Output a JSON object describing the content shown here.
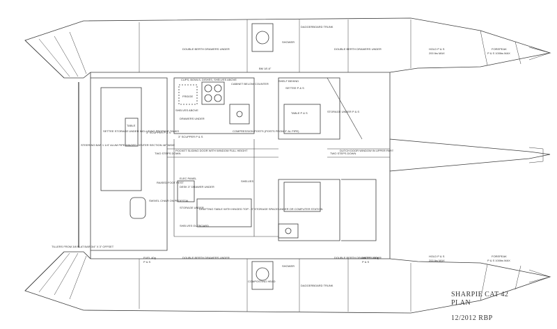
{
  "title_block": {
    "title": "SHARPIE CAT 42",
    "subtitle": "PLAN",
    "date_designer": "12/2012   RBP"
  },
  "labels": {
    "double_berth_drawers_under": "DOUBLE BERTH DRAWERS UNDER",
    "daggerboard_trunk": "DAGGERBOARD TRUNK",
    "hold_ps": "HOLD P & S",
    "hold_ps_weight": "200 lbs MAX",
    "forepeak": "FOREPEAK",
    "forepeak_weight": "P & S 100lbs MAX",
    "fuel": "FUEL 40g",
    "fuel_ps": "P & S",
    "water": "WATER 100g",
    "water_ps": "P & S",
    "shower": "SHOWER",
    "settee_ps": "SETTEE P & S",
    "table_ps": "TABLE P & S",
    "storage_under_ps": "STORAGE UNDER P & S",
    "shelf_behind": "SHELF BEHIND",
    "compression_posts": "COMPRESSION POSTS (POSTS FROM 3\" AL PIPE)",
    "cups_bowls_dishes": "CUPS, BOWLS, DISHES, SHELVES ABOVE",
    "fridge": "FRIDGE",
    "shelves_above": "SHELVES ABOVE",
    "drawers_under": "DRAWERS UNDER",
    "cabinet_below_counter": "CABINET BELOW COUNTER",
    "scupper_left": "3\" SCUPPER P & S",
    "scupper_right": "3\" SCUPPER P & S",
    "pocket_sliding_door": "POCKET SLIDING DOOR WITH WINDOW FULL HEIGHT",
    "two_steps_down_left": "TWO STEPS DOWN",
    "two_steps_down_right": "TWO STEPS DOWN",
    "dutch_door": "DUTCH DOOR WINDOW IN UPPER PART",
    "elec_panel": "ELEC PANEL",
    "desk": "DESK 3\" DRAWER UNDER",
    "raised_foot_rest": "RAISED FOOT REST",
    "storage_under": "STORAGE UNDER",
    "shelves_outboard": "SHELVES OUTBOARD",
    "shelves": "SHELVES",
    "drafting_table": "DRAFTING TABLE WITH HINGED TOP - 3\" STORAGE SPACE UNDER OR COMPUTER STATION",
    "swivel_chair": "SWIVEL CHAIR ON PEDESTAL",
    "settee_storage": "SETTEE STORAGE UNDER INCLUDING PROPANE TANKS",
    "table": "TABLE",
    "steering_bar": "STEERING BAR 1 1/4\" ALUM PIPE HINGED CENTER SECTION 48\" WIDE",
    "tillers": "TILLERS FROM 3/8 FLAT BAR 3/4\" X 3\" OFFSET",
    "composting_head": "COMPOSTING HEAD",
    "bm_dim": "BM 18'-6\""
  }
}
